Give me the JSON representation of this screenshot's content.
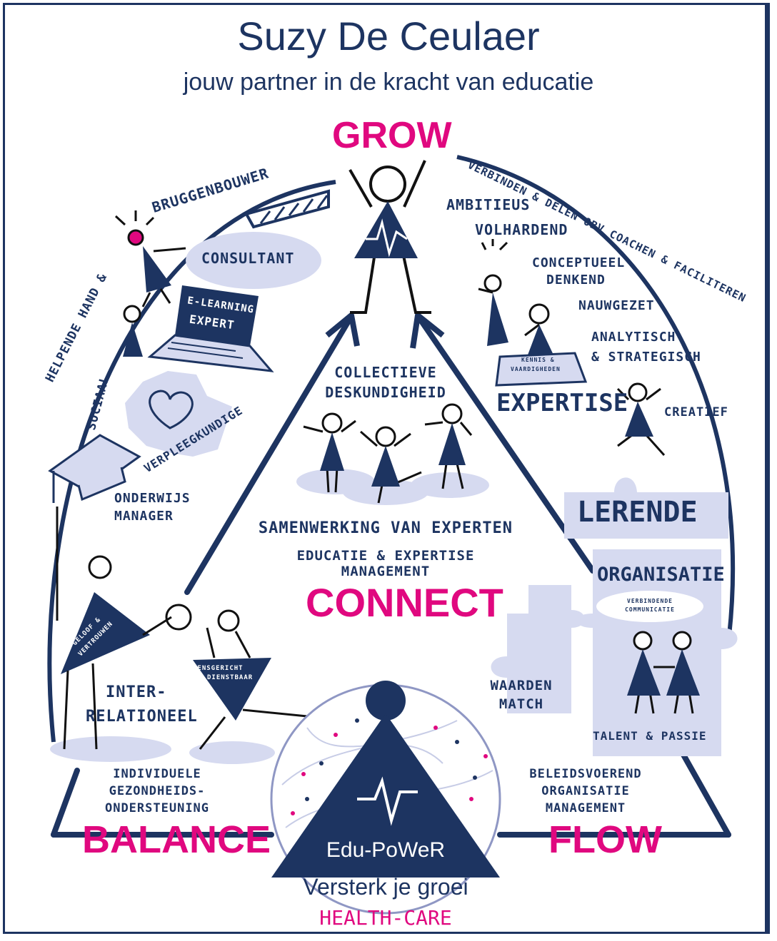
{
  "header": {
    "title": "Suzy De Ceulaer",
    "subtitle": "jouw partner in de kracht van educatie"
  },
  "colors": {
    "navy": "#1d3461",
    "magenta": "#e0087f",
    "lavender": "#d6daf0",
    "light": "#e4e7f5"
  },
  "corners": {
    "grow": "GROW",
    "connect": "CONNECT",
    "balance": "BALANCE",
    "flow": "FLOW"
  },
  "arc_left": {
    "top": "BRUGGENBOUWER",
    "side": "HELPENDE HAND &"
  },
  "arc_right": {
    "text": "VERBINDEN & DELEN OBV COACHEN & FACILITEREN"
  },
  "left_roles": {
    "consultant": "CONSULTANT",
    "elearning_1": "E-LEARNING",
    "elearning_2": "EXPERT",
    "sociaal": "SOCIAAL",
    "verpleegkundige": "VERPLEEGKUNDIGE",
    "onderwijs_1": "ONDERWIJS",
    "onderwijs_2": "MANAGER",
    "geloof_1": "GELOOF &",
    "geloof_2": "VERTROUWEN",
    "mens_1": "MENSGERICHT",
    "mens_2": "DIENSTBAAR",
    "inter_1": "INTER-",
    "inter_2": "RELATIONEEL",
    "ind_1": "INDIVIDUELE",
    "ind_2": "GEZONDHEIDS-",
    "ind_3": "ONDERSTEUNING"
  },
  "right_traits": {
    "ambitieus": "AMBITIEUS",
    "volhardend": "VOLHARDEND",
    "concept_1": "CONCEPTUEEL",
    "concept_2": "DENKEND",
    "nauwgezet": "NAUWGEZET",
    "analyt_1": "ANALYTISCH",
    "analyt_2": "& STRATEGISCH",
    "kennis_1": "KENNIS &",
    "kennis_2": "VAARDIGHEDEN",
    "expertise": "EXPERTISE",
    "creatief": "CREATIEF"
  },
  "center": {
    "collectieve_1": "COLLECTIEVE",
    "collectieve_2": "DESKUNDIGHEID",
    "samenwerking": "SAMENWERKING VAN EXPERTEN",
    "edu_1": "EDUCATIE & EXPERTISE",
    "edu_2": "MANAGEMENT"
  },
  "puzzle": {
    "lerende": "LERENDE",
    "organisatie": "ORGANISATIE",
    "verbindende_1": "VERBINDENDE",
    "verbindende_2": "COMMUNICATIE",
    "waarden_1": "WAARDEN",
    "waarden_2": "MATCH",
    "talent": "TALENT & PASSIE"
  },
  "flow_note": {
    "line_1": "BELEIDSVOEREND",
    "line_2": "ORGANISATIE",
    "line_3": "MANAGEMENT"
  },
  "logo": {
    "name": "Edu-PoWeR",
    "tagline": "Versterk je groei",
    "sector": "HEALTH-CARE"
  }
}
